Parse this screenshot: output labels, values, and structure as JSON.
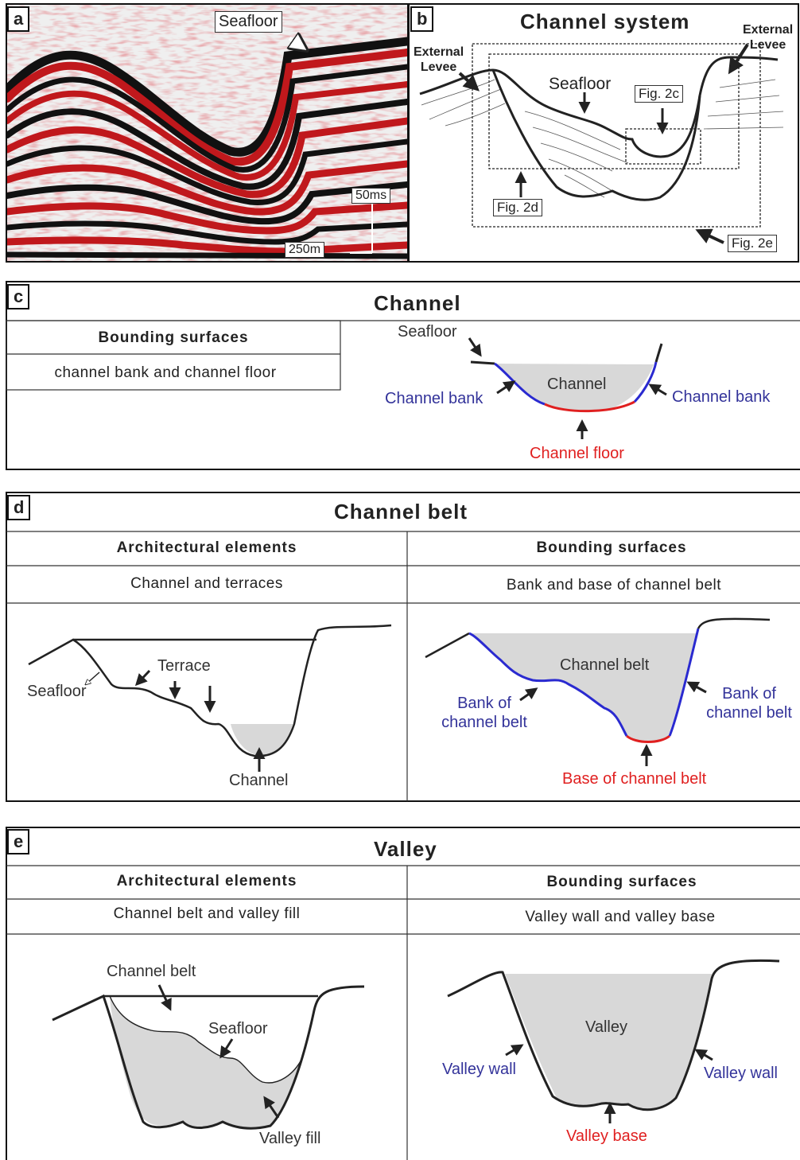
{
  "panel_a": {
    "label": "a",
    "seafloor": "Seafloor",
    "scale_v": "50ms",
    "scale_h": "250m",
    "colors": {
      "red": "#c0181c",
      "black": "#111111",
      "white": "#f4f4f4"
    }
  },
  "panel_b": {
    "label": "b",
    "title": "Channel system",
    "levee_left": "External Levee",
    "levee_left_line1": "External",
    "levee_left_line2": "Levee",
    "levee_right_line1": "External",
    "levee_right_line2": "Levee",
    "seafloor": "Seafloor",
    "fig2c": "Fig. 2c",
    "fig2d": "Fig. 2d",
    "fig2e": "Fig. 2e"
  },
  "panel_c": {
    "label": "c",
    "title": "Channel",
    "header": "Bounding surfaces",
    "value": "channel bank and channel floor",
    "seafloor": "Seafloor",
    "channel": "Channel",
    "bank_left": "Channel bank",
    "bank_right": "Channel bank",
    "floor": "Channel floor"
  },
  "panel_d": {
    "label": "d",
    "title": "Channel belt",
    "header_left": "Architectural elements",
    "header_right": "Bounding surfaces",
    "value_left": "Channel and terraces",
    "value_right": "Bank and base of channel belt",
    "terrace": "Terrace",
    "seafloor": "Seafloor",
    "channel": "Channel",
    "channel_belt": "Channel belt",
    "bank_left_1": "Bank of",
    "bank_left_2": "channel belt",
    "bank_right_1": "Bank of",
    "bank_right_2": "channel belt",
    "base": "Base of channel belt"
  },
  "panel_e": {
    "label": "e",
    "title": "Valley",
    "header_left": "Architectural elements",
    "header_right": "Bounding surfaces",
    "value_left": "Channel belt and valley fill",
    "value_right": "Valley wall and valley base",
    "channel_belt": "Channel belt",
    "seafloor": "Seafloor",
    "valley_fill": "Valley fill",
    "valley": "Valley",
    "wall_left": "Valley wall",
    "wall_right": "Valley wall",
    "base": "Valley base"
  }
}
